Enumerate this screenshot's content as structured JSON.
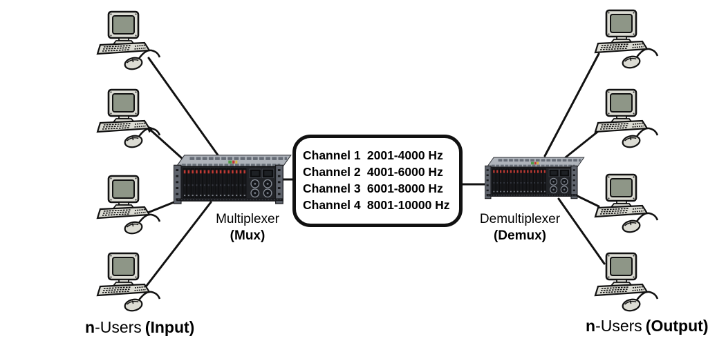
{
  "channel_box": {
    "rows": [
      {
        "channel": "Channel 1",
        "range": "2001-4000 Hz"
      },
      {
        "channel": "Channel 2",
        "range": "4001-6000 Hz"
      },
      {
        "channel": "Channel 3",
        "range": "6001-8000 Hz"
      },
      {
        "channel": "Channel 4",
        "range": "8001-10000 Hz"
      }
    ]
  },
  "devices": {
    "mux": {
      "name": "Multiplexer",
      "abbrev": "(Mux)"
    },
    "demux": {
      "name": "Demultiplexer",
      "abbrev": "(Demux)"
    }
  },
  "group_labels": {
    "input": {
      "n": "n",
      "users": "-Users",
      "paren": "(Input)"
    },
    "output": {
      "n": "n",
      "users": "-Users",
      "paren": "(Output)"
    }
  },
  "counts": {
    "input_computers": 4,
    "output_computers": 4
  },
  "icons": {
    "computer": "desktop-pc-with-keyboard-and-mouse",
    "rack": "rack-multiplexer-chassis"
  },
  "colors": {
    "background": "#ffffff",
    "line": "#111111",
    "box_border": "#111111",
    "text": "#000000",
    "pc_body": "#dcdcd4",
    "screen_green": "#8e9687",
    "rack_front": "#212327",
    "rack_top": "#aeb3ba",
    "led_red": "#bf3a34"
  }
}
